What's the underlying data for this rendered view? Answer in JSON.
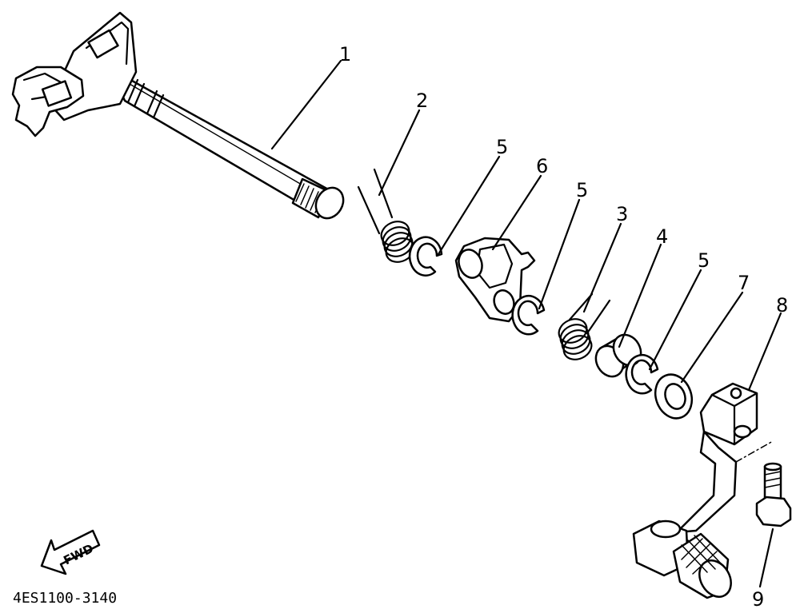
{
  "diagram_code": "4ES1100-3140",
  "fwd_label": "FWD",
  "callouts": {
    "c1": "1",
    "c2": "2",
    "c3": "3",
    "c4": "4",
    "c5a": "5",
    "c5b": "5",
    "c5c": "5",
    "c6": "6",
    "c7": "7",
    "c8": "8",
    "c9": "9"
  }
}
